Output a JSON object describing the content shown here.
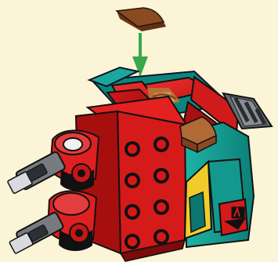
{
  "scene": {
    "kind": "building-instruction-step",
    "background_color": "#fbf4d6",
    "arrow_color": "#3aa647",
    "red_brick_color": "#d81b1b",
    "red_shadow_color": "#a80f10",
    "teal_color": "#16a69a",
    "tan_tile_color": "#a96a35",
    "tan_light_color": "#c88b4e",
    "gray_color": "#7a7d82",
    "black_color": "#151515",
    "yellow_color": "#f0cc2b"
  },
  "parts": {
    "new_part": {
      "name": "quarter-round-tile",
      "color_name": "reddish-brown"
    },
    "build_target": {
      "name": "dragon-armor-segment",
      "color_name": "red"
    }
  }
}
